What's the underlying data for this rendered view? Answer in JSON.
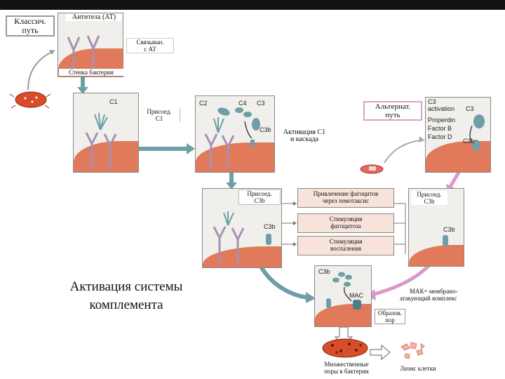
{
  "labels": {
    "classic_path": [
      "Классич.",
      "путь"
    ],
    "antibodies": "Антитела (АТ)",
    "binding_at": [
      "Связыван.",
      "с АТ"
    ],
    "bacterial_wall": "Стенка бактерии",
    "c1": "C1",
    "attach_c1": [
      "Присоед.",
      "C1"
    ],
    "c2": "C2",
    "c4": "C4",
    "c3": "C3",
    "c3b": "C3b",
    "activation_c1": [
      "Активация C1",
      "и каскада"
    ],
    "alt_path": [
      "Альтернат.",
      "путь"
    ],
    "c3_activation": [
      "C3",
      "activation"
    ],
    "properdin": "Properdin",
    "factor_b": "Factor B",
    "factor_d": "Factor D",
    "attach_c3b_left": [
      "Присоед.",
      "C3b"
    ],
    "attach_c3b_right": [
      "Присоед.",
      "C3b"
    ],
    "recruit_phagocytes": [
      "Привлечение фагоцитов",
      "через хемотаксис"
    ],
    "stim_phagocytosis": [
      "Стимуляция",
      "фагоцитоза"
    ],
    "stim_inflammation": [
      "Стимуляция",
      "воспаления"
    ],
    "mac": "MAC",
    "mac_def": [
      "МАК= мембрано-",
      "атакующий комплекс"
    ],
    "pore_formation": [
      "Образов.",
      "пор"
    ],
    "multiple_pores": [
      "Множественные",
      "поры в бактерии"
    ],
    "cell_lysis": "Лизис клетки",
    "main_title": [
      "Активация системы",
      "комплемента"
    ]
  },
  "colors": {
    "membrane": "#e07a5a",
    "arrow_teal": "#6f9ea8",
    "arrow_pink": "#d89ac8",
    "antibody": "#a98fb3",
    "complement": "#6f9ea8",
    "box_fill": "#f7e3da"
  }
}
